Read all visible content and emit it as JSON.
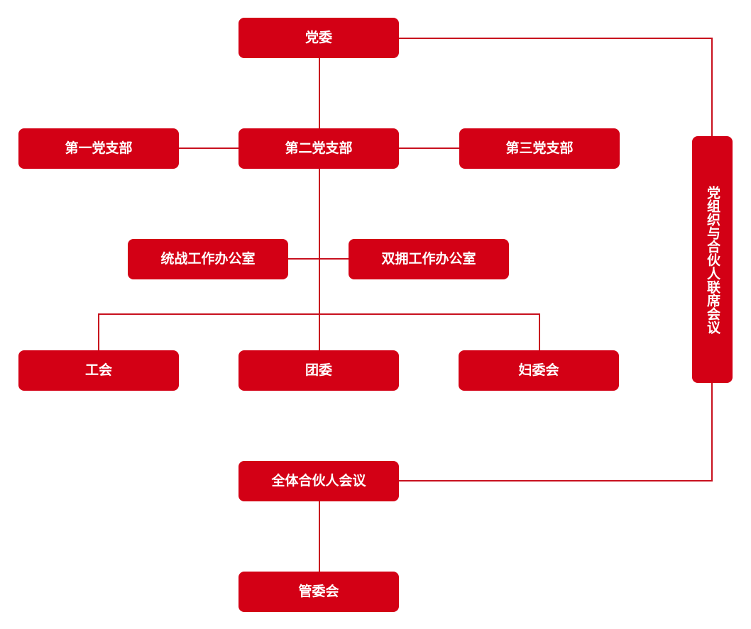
{
  "theme": {
    "node_color": "#d30015",
    "line_color": "#c8101e",
    "text_color": "#ffffff",
    "background": "#ffffff"
  },
  "nodes": {
    "party_committee": "党委",
    "branch_1": "第一党支部",
    "branch_2": "第二党支部",
    "branch_3": "第三党支部",
    "united_front_office": "统战工作办公室",
    "double_support_office": "双拥工作办公室",
    "trade_union": "工会",
    "youth_league": "团委",
    "womens_federation": "妇委会",
    "joint_meeting": "党组织与合伙人联席会议",
    "partners_meeting": "全体合伙人会议",
    "management_committee": "管委会"
  }
}
